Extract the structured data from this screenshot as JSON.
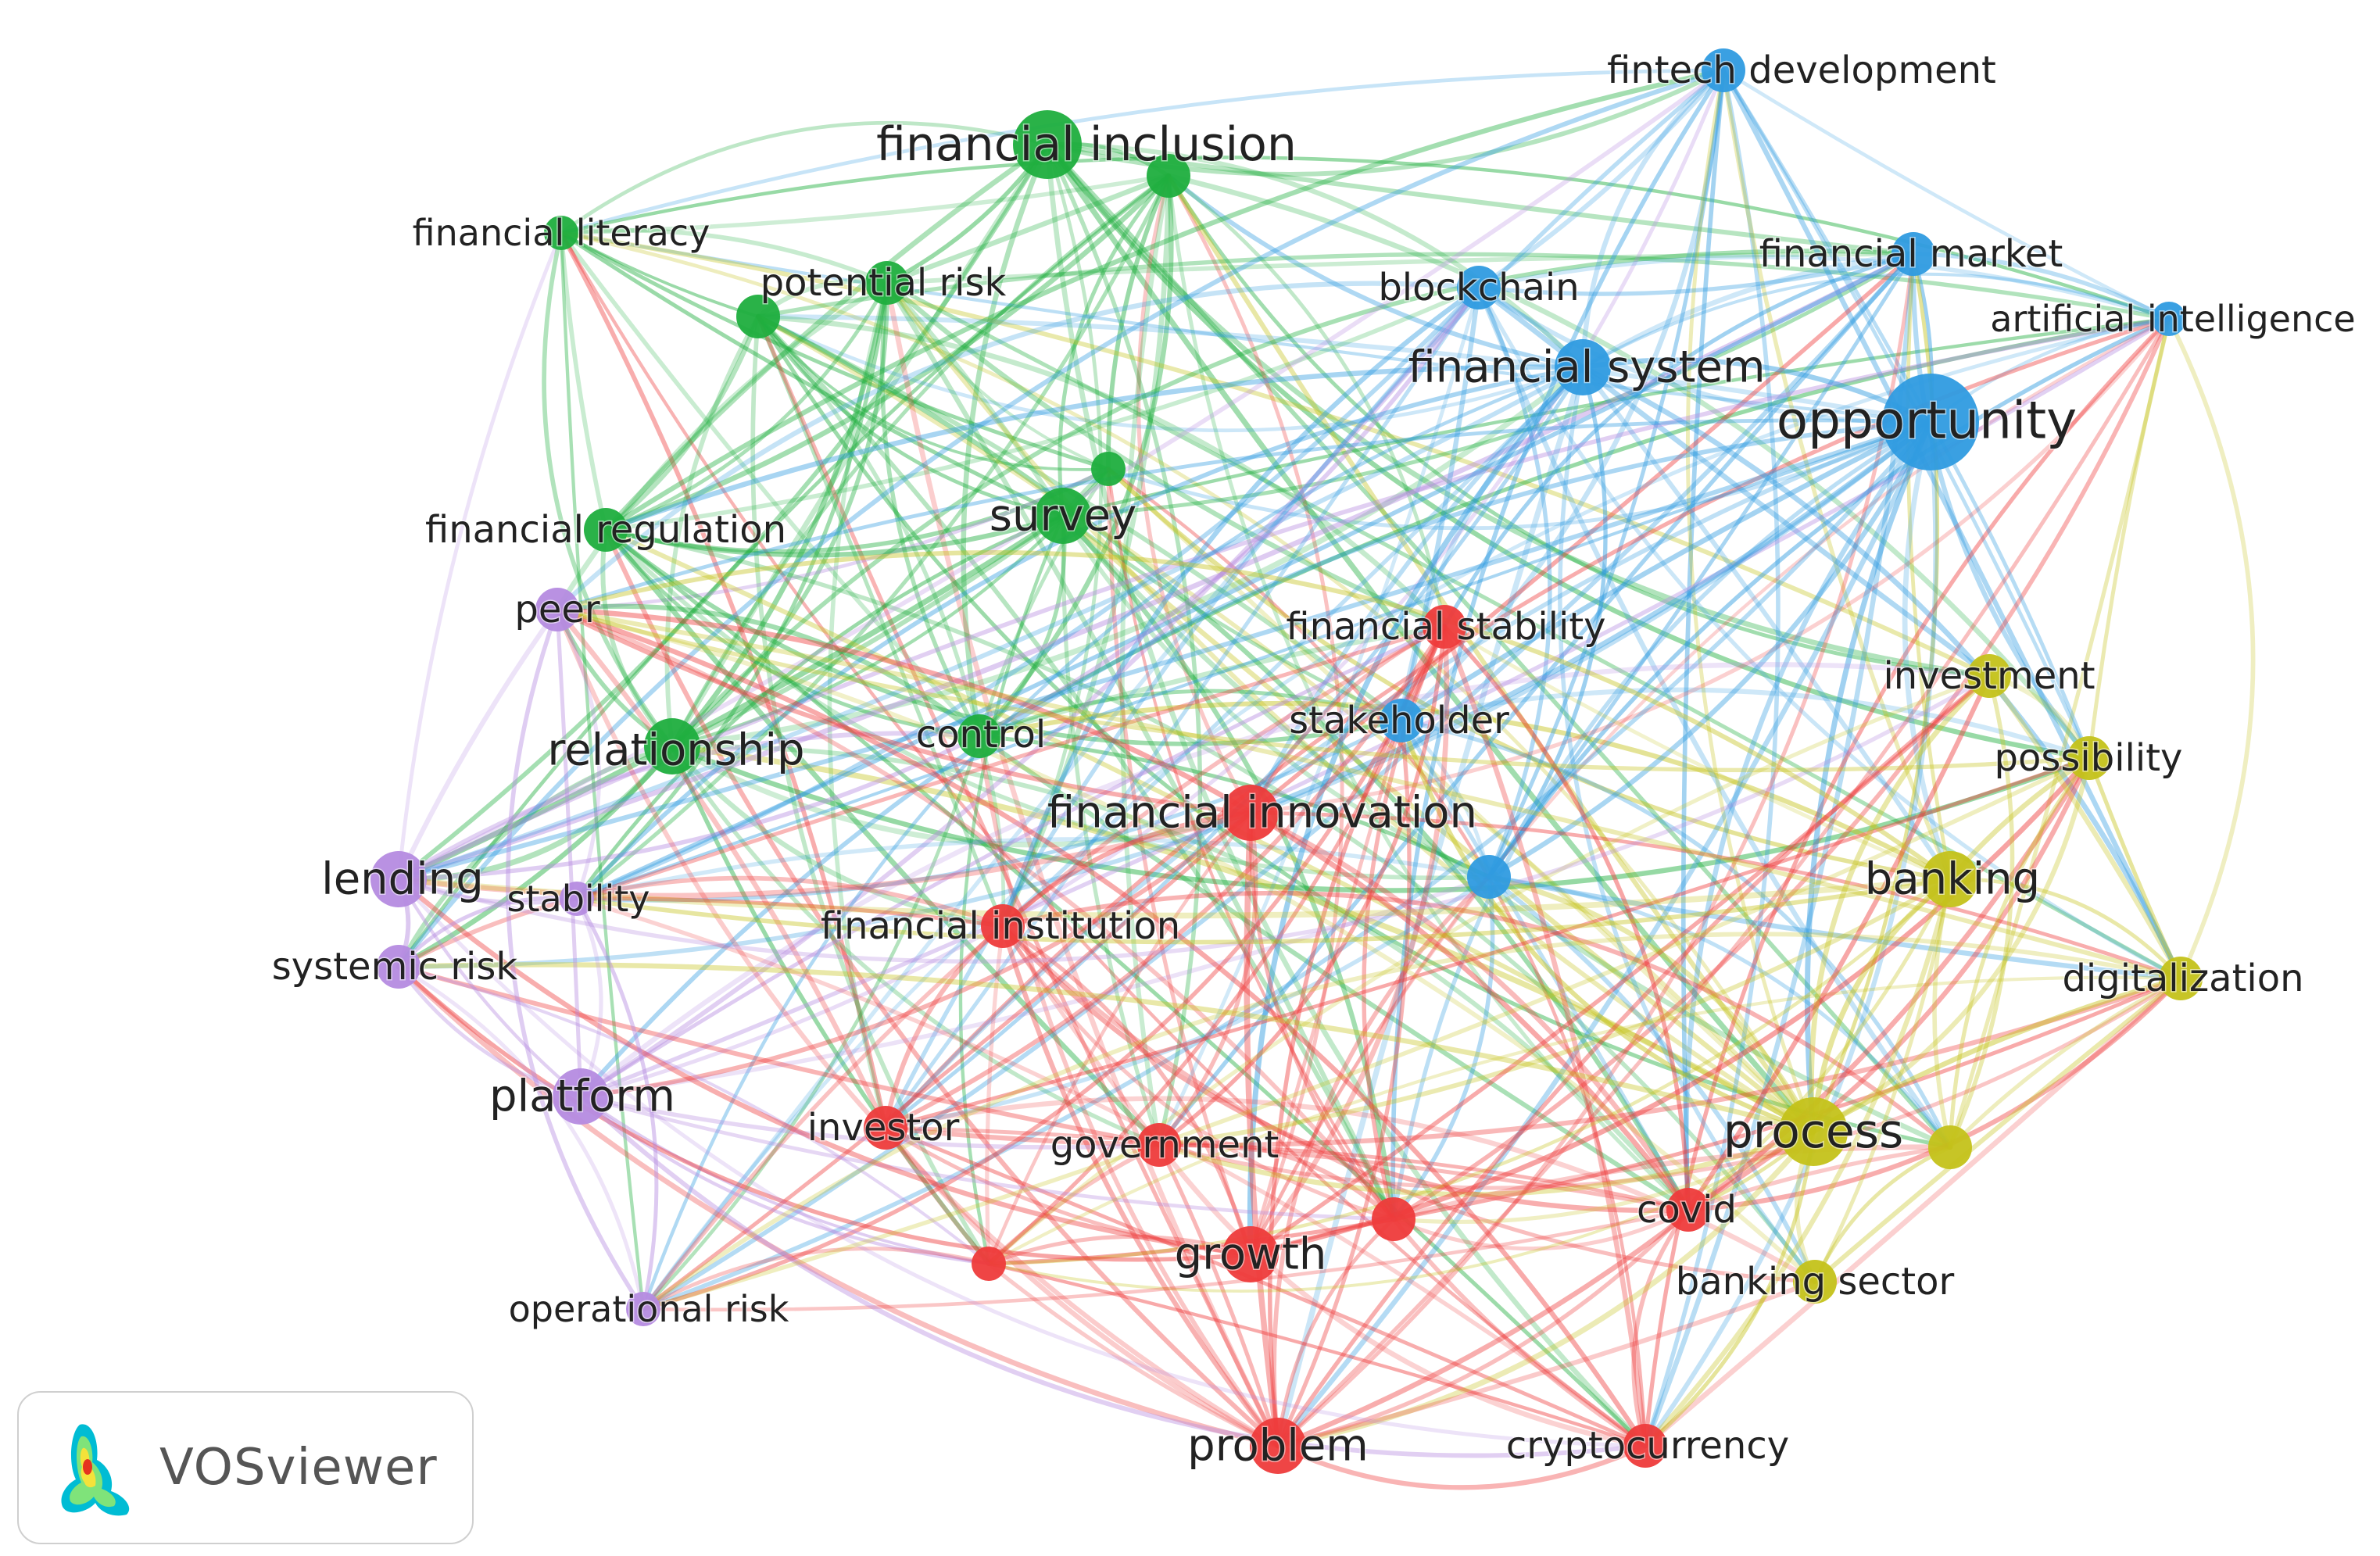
{
  "colors": {
    "red": "#ee3b3b",
    "green": "#1fae3e",
    "blue": "#2f9be0",
    "yellow": "#c4c21a",
    "purple": "#b58be0"
  },
  "nodes": [
    {
      "id": "financial_inclusion",
      "label": "financial inclusion",
      "cluster": "green",
      "weight": 5
    },
    {
      "id": "green_unlabeled_1",
      "label": "",
      "cluster": "green",
      "weight": 3
    },
    {
      "id": "financial_literacy",
      "label": "financial literacy",
      "cluster": "green",
      "weight": 2
    },
    {
      "id": "potential_risk",
      "label": "potential risk",
      "cluster": "green",
      "weight": 3
    },
    {
      "id": "green_unlabeled_2",
      "label": "",
      "cluster": "green",
      "weight": 3
    },
    {
      "id": "green_unlabeled_3",
      "label": "",
      "cluster": "green",
      "weight": 2
    },
    {
      "id": "survey",
      "label": "survey",
      "cluster": "green",
      "weight": 4
    },
    {
      "id": "financial_regulation",
      "label": "financial regulation",
      "cluster": "green",
      "weight": 3
    },
    {
      "id": "relationship",
      "label": "relationship",
      "cluster": "green",
      "weight": 4
    },
    {
      "id": "control",
      "label": "control",
      "cluster": "green",
      "weight": 3
    },
    {
      "id": "fintech_development",
      "label": "fintech development",
      "cluster": "blue",
      "weight": 3
    },
    {
      "id": "financial_market",
      "label": "financial market",
      "cluster": "blue",
      "weight": 3
    },
    {
      "id": "blockchain",
      "label": "blockchain",
      "cluster": "blue",
      "weight": 3
    },
    {
      "id": "artificial_intelligence",
      "label": "artificial intelligence",
      "cluster": "blue",
      "weight": 2
    },
    {
      "id": "financial_system",
      "label": "financial system",
      "cluster": "blue",
      "weight": 4
    },
    {
      "id": "opportunity",
      "label": "opportunity",
      "cluster": "blue",
      "weight": 6
    },
    {
      "id": "stakeholder",
      "label": "stakeholder",
      "cluster": "blue",
      "weight": 3
    },
    {
      "id": "blue_unlabeled_1",
      "label": "",
      "cluster": "blue",
      "weight": 3
    },
    {
      "id": "financial_stability",
      "label": "financial stability",
      "cluster": "red",
      "weight": 3
    },
    {
      "id": "financial_innovation",
      "label": "financial innovation",
      "cluster": "red",
      "weight": 4
    },
    {
      "id": "financial_institution",
      "label": "financial institution",
      "cluster": "red",
      "weight": 3
    },
    {
      "id": "investor",
      "label": "investor",
      "cluster": "red",
      "weight": 3
    },
    {
      "id": "government",
      "label": "government",
      "cluster": "red",
      "weight": 3
    },
    {
      "id": "red_unlabeled_1",
      "label": "",
      "cluster": "red",
      "weight": 3
    },
    {
      "id": "red_unlabeled_2",
      "label": "",
      "cluster": "red",
      "weight": 2
    },
    {
      "id": "growth",
      "label": "growth",
      "cluster": "red",
      "weight": 4
    },
    {
      "id": "covid",
      "label": "covid",
      "cluster": "red",
      "weight": 3
    },
    {
      "id": "problem",
      "label": "problem",
      "cluster": "red",
      "weight": 4
    },
    {
      "id": "cryptocurrency",
      "label": "cryptocurrency",
      "cluster": "red",
      "weight": 3
    },
    {
      "id": "investment",
      "label": "investment",
      "cluster": "yellow",
      "weight": 3
    },
    {
      "id": "possibility",
      "label": "possibility",
      "cluster": "yellow",
      "weight": 3
    },
    {
      "id": "banking",
      "label": "banking",
      "cluster": "yellow",
      "weight": 4
    },
    {
      "id": "digitalization",
      "label": "digitalization",
      "cluster": "yellow",
      "weight": 3
    },
    {
      "id": "process",
      "label": "process",
      "cluster": "yellow",
      "weight": 5
    },
    {
      "id": "yellow_unlabeled_1",
      "label": "",
      "cluster": "yellow",
      "weight": 3
    },
    {
      "id": "banking_sector",
      "label": "banking sector",
      "cluster": "yellow",
      "weight": 3
    },
    {
      "id": "peer",
      "label": "peer",
      "cluster": "purple",
      "weight": 3
    },
    {
      "id": "lending",
      "label": "lending",
      "cluster": "purple",
      "weight": 4
    },
    {
      "id": "stability",
      "label": "stability",
      "cluster": "purple",
      "weight": 2
    },
    {
      "id": "systemic_risk",
      "label": "systemic risk",
      "cluster": "purple",
      "weight": 3
    },
    {
      "id": "platform",
      "label": "platform",
      "cluster": "purple",
      "weight": 4
    },
    {
      "id": "operational_risk",
      "label": "operational risk",
      "cluster": "purple",
      "weight": 2
    }
  ],
  "edge_seed": 20240613,
  "badge": {
    "text": "VOSviewer",
    "logo_icon": "vosviewer-heatmap-icon"
  }
}
